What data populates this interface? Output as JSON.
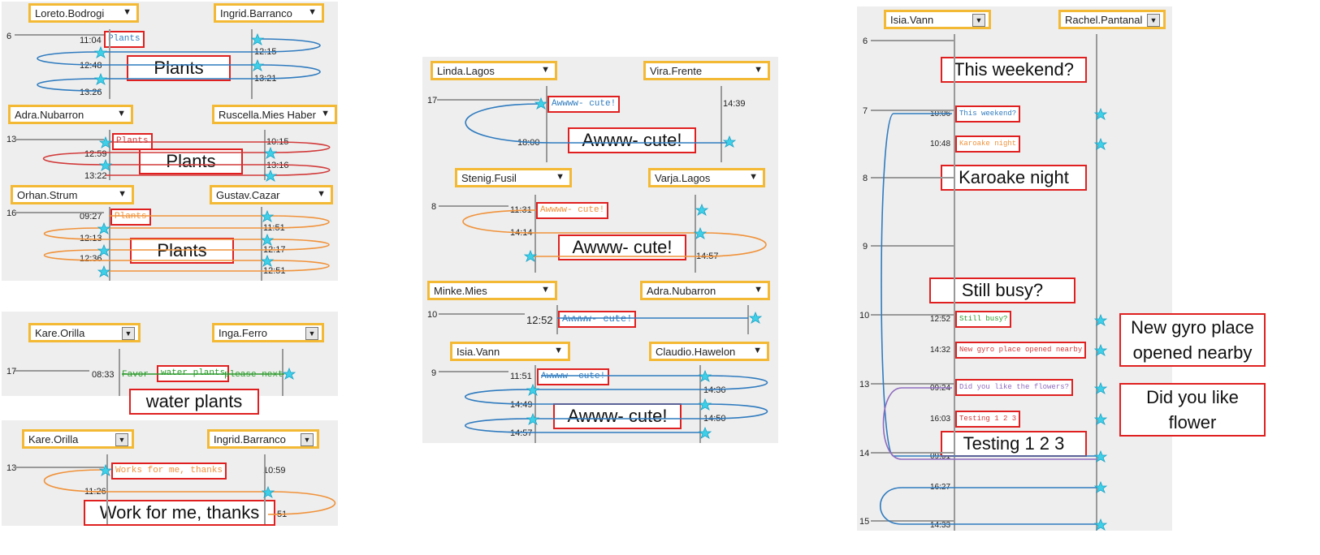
{
  "colors": {
    "blue": "#2f7bbf",
    "red": "#d23a3a",
    "orange": "#f0923a",
    "green": "#2a9a2a",
    "purple": "#8f6bbf"
  },
  "p1": {
    "a": {
      "user1": "Loreto.Bodrogi",
      "user2": "Ingrid.Barranco",
      "hour": "6",
      "t1": "11:04",
      "t2": "12:48",
      "t3": "13:26",
      "t4": "12:15",
      "t5": "13:21",
      "msg": "Plants",
      "tag": "Plants"
    },
    "b": {
      "user1": "Adra.Nubarron",
      "user2": "Ruscella.Mies Haber",
      "hour": "13",
      "t1": "12:59",
      "t2": "13:22",
      "t3": "10:15",
      "t4": "13:16",
      "msg": "Plants",
      "tag": "Plants"
    },
    "c": {
      "user1": "Orhan.Strum",
      "user2": "Gustav.Cazar",
      "hour": "16",
      "t1": "09:27",
      "t2": "12:13",
      "t3": "12:36",
      "t4": "11:51",
      "t5": "12:17",
      "t6": "12:51",
      "msg": "Plants",
      "tag": "Plants"
    }
  },
  "p2": {
    "user1": "Kare.Orilla",
    "user2": "Inga.Ferro",
    "hour": "17",
    "t1": "08:33",
    "pre": "Favor -",
    "msg": "water plants",
    "post": "please next",
    "tag": "water plants"
  },
  "p3": {
    "user1": "Kare.Orilla",
    "user2": "Ingrid.Barranco",
    "hour": "13",
    "t1": "11:26",
    "t2": "10:59",
    "t3": "51",
    "msg": "Works for me, thanks",
    "tag": "Work for me, thanks"
  },
  "p4": {
    "a": {
      "user1": "Linda.Lagos",
      "user2": "Vira.Frente",
      "hour": "17",
      "t1": "18:00",
      "t2": "14:39",
      "msg": "Awwww- cute!",
      "tag": "Awww- cute!"
    },
    "b": {
      "user1": "Stenig.Fusil",
      "user2": "Varja.Lagos",
      "hour": "8",
      "t1": "11:31",
      "t2": "14:14",
      "t3": "14:57",
      "msg": "Awwww- cute!",
      "tag": "Awww- cute!"
    },
    "c": {
      "user1": "Minke.Mies",
      "user2": "Adra.Nubarron",
      "hour": "10",
      "t1": "12:52",
      "msg": "Awwww- cute!"
    },
    "d": {
      "user1": "Isia.Vann",
      "user2": "Claudio.Hawelon",
      "hour": "9",
      "t1": "11:51",
      "t2": "14:49",
      "t3": "14:57",
      "t4": "14:36",
      "t5": "14:50",
      "msg": "Awwww- cute!",
      "tag": "Awww- cute!"
    }
  },
  "p5": {
    "user1": "Isia.Vann",
    "user2": "Rachel.Pantanal",
    "hours": [
      "6",
      "7",
      "8",
      "9",
      "10",
      "13",
      "14",
      "15"
    ],
    "msgs": [
      {
        "time": "10:06",
        "text": "This weekend?"
      },
      {
        "time": "10:48",
        "text": "Karoake night"
      },
      {
        "time": "12:52",
        "text": "Still busy?"
      },
      {
        "time": "14:32",
        "text": "New gyro place opened nearby"
      },
      {
        "time": "09:24",
        "text": "Did you like the flowers?"
      },
      {
        "time": "16:03",
        "text": "Testing 1 2 3"
      }
    ],
    "extra_times": [
      "09:51",
      "16:27",
      "14:33"
    ],
    "tags": [
      "This weekend?",
      "Karoake night",
      "Still busy?",
      "Testing 1 2 3",
      "New gyro place opened nearby",
      "Did you like flower"
    ]
  }
}
